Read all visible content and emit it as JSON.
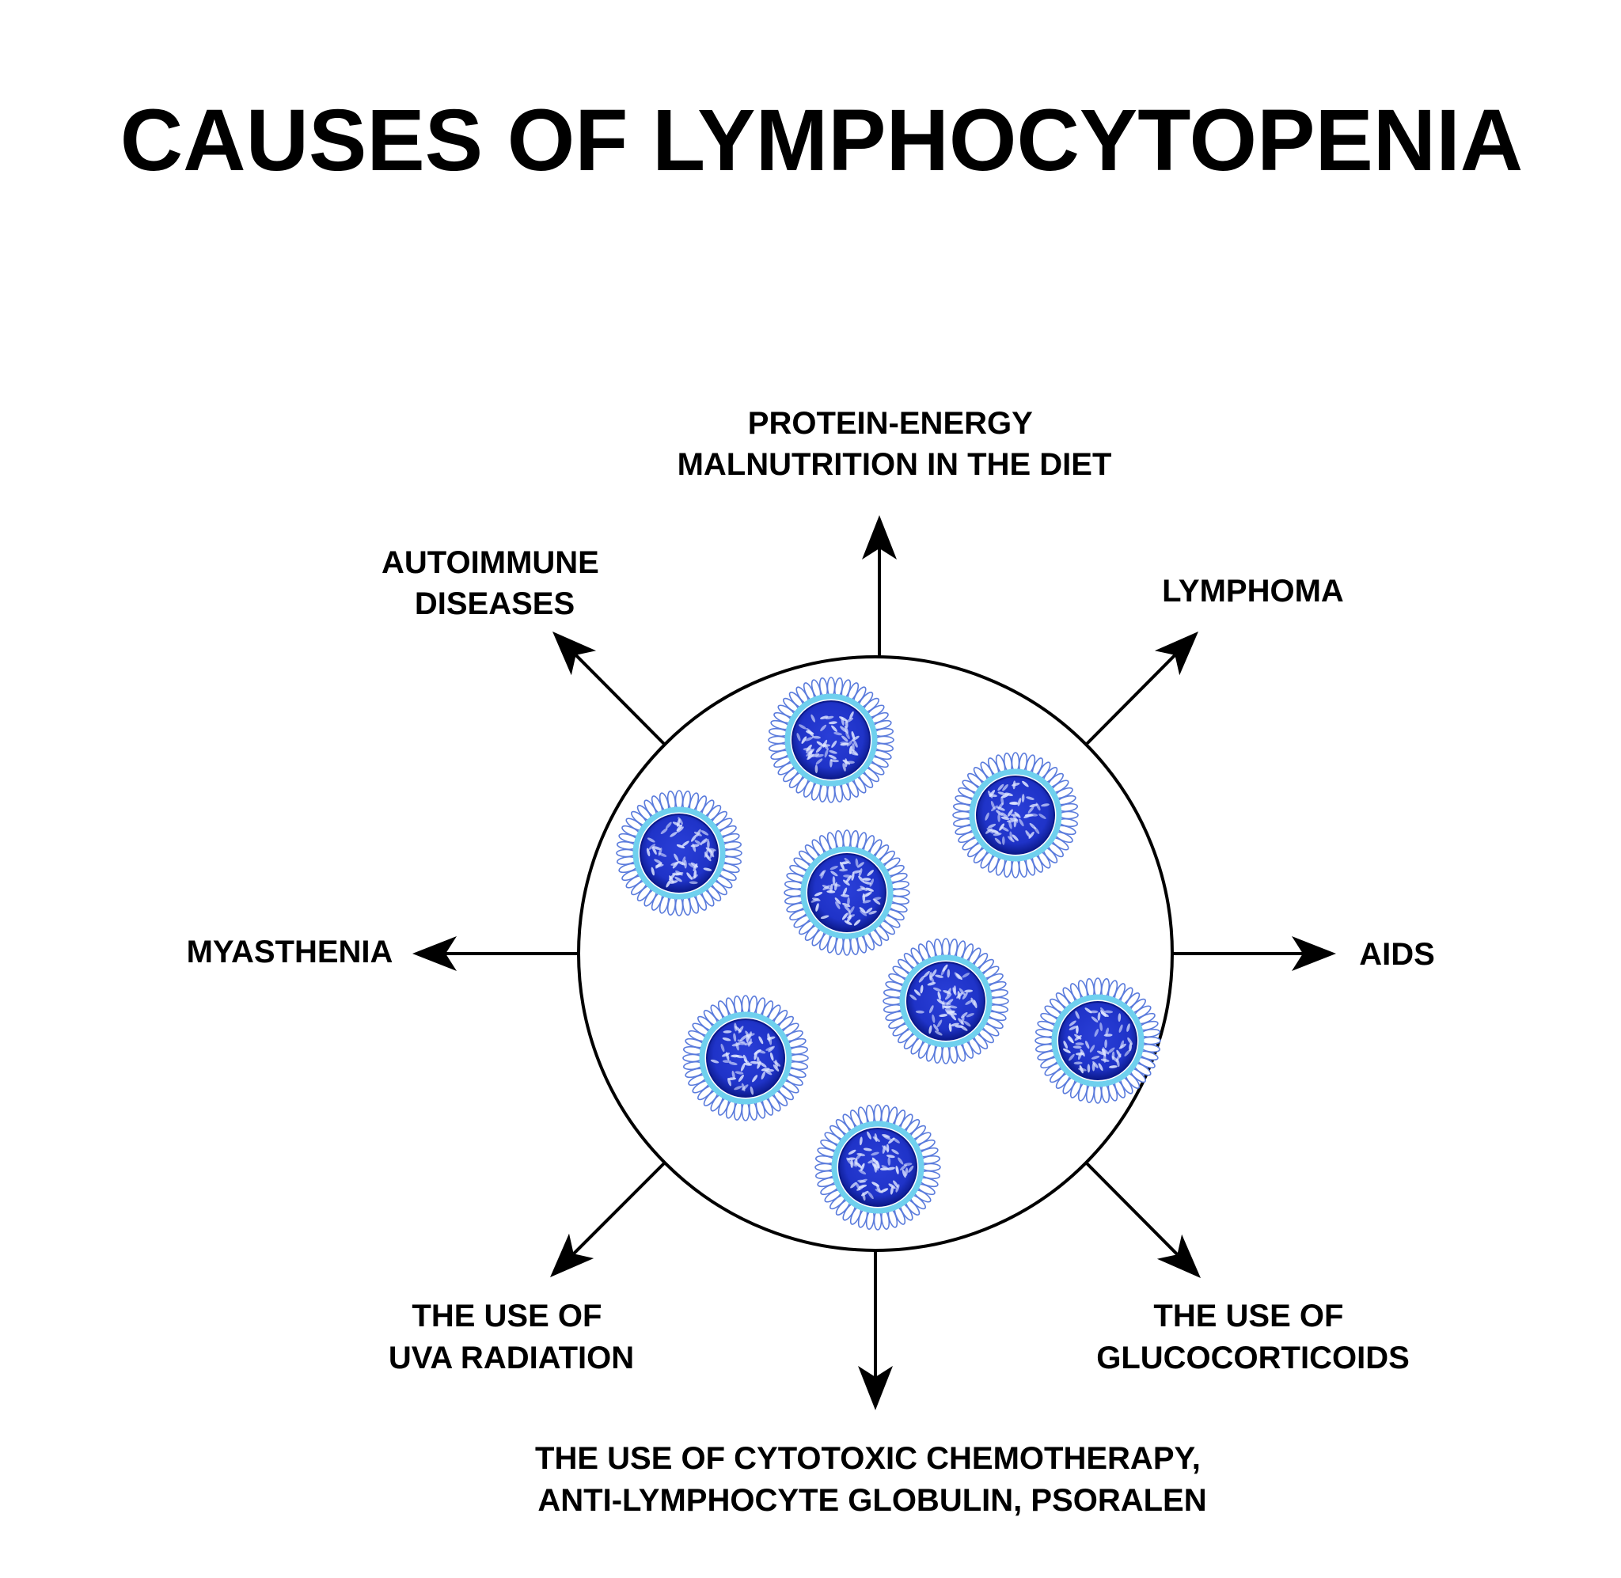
{
  "title": "CAUSES OF LYMPHOCYTOPENIA",
  "causes": [
    {
      "name": "protein-energy-malnutrition",
      "lines": [
        "PROTEIN-ENERGY",
        "MALNUTRITION IN THE DIET"
      ]
    },
    {
      "name": "lymphoma",
      "lines": [
        "LYMPHOMA"
      ]
    },
    {
      "name": "aids",
      "lines": [
        "AIDS"
      ]
    },
    {
      "name": "glucocorticoids",
      "lines": [
        "THE USE OF",
        "GLUCOCORTICOIDS"
      ]
    },
    {
      "name": "cytotoxic-chemotherapy",
      "lines": [
        "THE USE OF CYTOTOXIC CHEMOTHERAPY,",
        "ANTI-LYMPHOCYTE GLOBULIN, PSORALEN"
      ]
    },
    {
      "name": "uva-radiation",
      "lines": [
        "THE USE OF",
        "UVA RADIATION"
      ]
    },
    {
      "name": "myasthenia",
      "lines": [
        "MYASTHENIA"
      ]
    },
    {
      "name": "autoimmune-diseases",
      "lines": [
        "AUTOIMMUNE",
        "DISEASES"
      ]
    }
  ],
  "colors": {
    "outline": "#000000",
    "cell_core": "#1f33c8",
    "cell_core_dark": "#0c1a8c",
    "cell_ring": "#6fd0ee",
    "cell_spikes": "#5a7bdc"
  },
  "lymphocyte_count": 8
}
